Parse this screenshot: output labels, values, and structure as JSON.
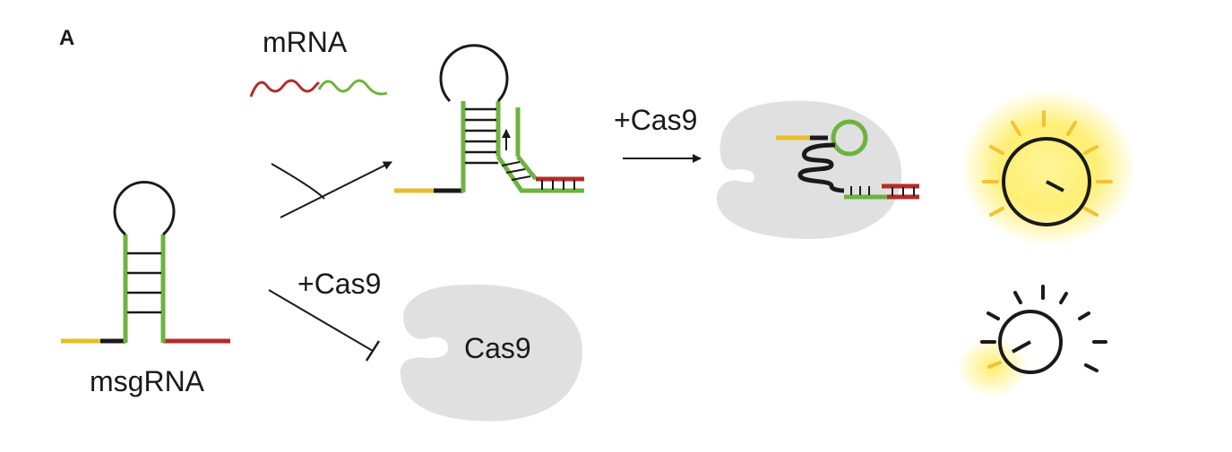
{
  "panel_label": "A",
  "labels": {
    "mrna": "mRNA",
    "msgrna": "msgRNA",
    "cas9_top": "+Cas9",
    "cas9_bottom": "+Cas9",
    "cas9_protein": "Cas9"
  },
  "colors": {
    "yellow": "#e5be2a",
    "green": "#6db33f",
    "red": "#b22d2a",
    "black": "#1a1a1a",
    "protein_gray": "#e0e0e0",
    "glow": "#ffe95c"
  },
  "icons": [
    "light-bulb-on-icon",
    "light-bulb-off-icon"
  ]
}
